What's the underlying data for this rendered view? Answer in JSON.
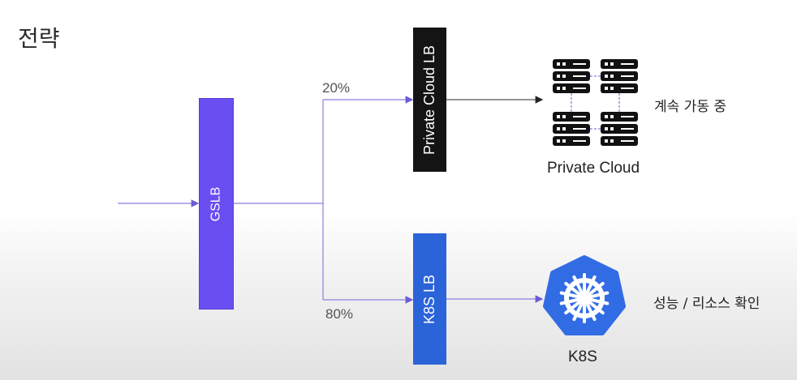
{
  "title": "전략",
  "gslb_label": "GSLB",
  "private_lb_label": "Private Cloud LB",
  "k8s_lb_label": "K8S LB",
  "private_pct": "20%",
  "k8s_pct": "80%",
  "private_cloud_caption": "Private Cloud",
  "k8s_caption": "K8S",
  "private_status": "계속 가동 중",
  "k8s_status": "성능 / 리소스 확인",
  "colors": {
    "gslb": "#6b4ef2",
    "private_lb": "#141414",
    "k8s_lb": "#2b63d9",
    "arrow": "#6a5bd6",
    "k8s_logo": "#326ce5"
  },
  "icons": [
    "server-rack-icon",
    "kubernetes-helm-icon"
  ]
}
